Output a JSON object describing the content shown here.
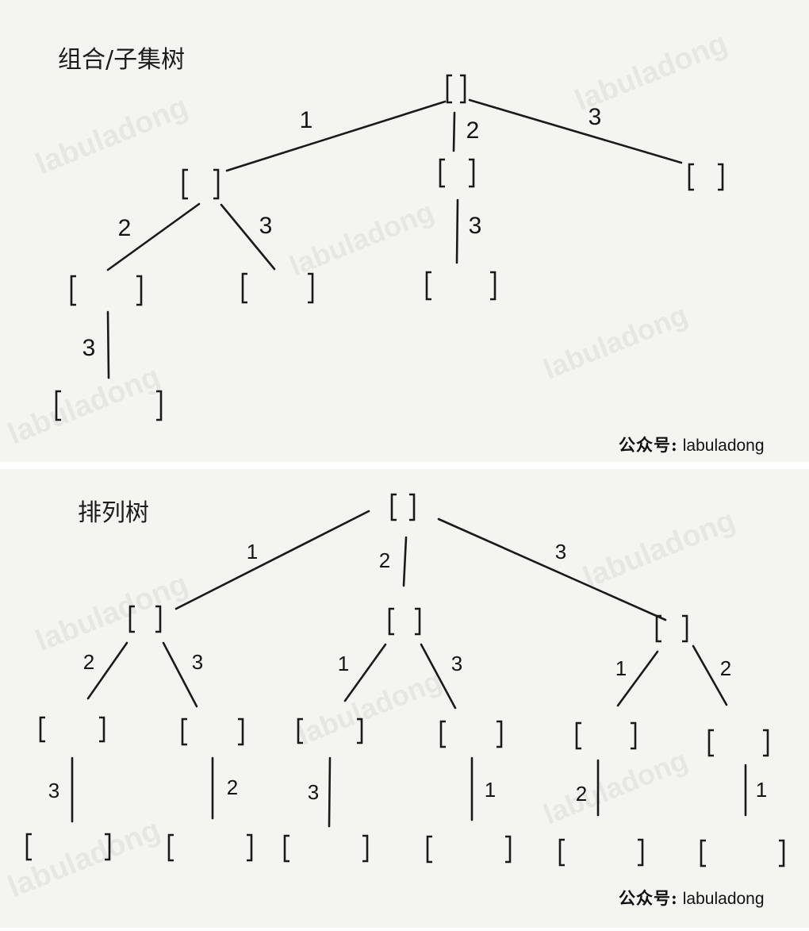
{
  "watermark": "labuladong",
  "credit": {
    "seal": "公众号:",
    "name": "labuladong"
  },
  "panels": {
    "subset": {
      "title": "组合/子集树"
    },
    "permutation": {
      "title": "排列树"
    }
  },
  "colors": {
    "background": "#f4f4f1",
    "ink": "#1a1a1a"
  }
}
